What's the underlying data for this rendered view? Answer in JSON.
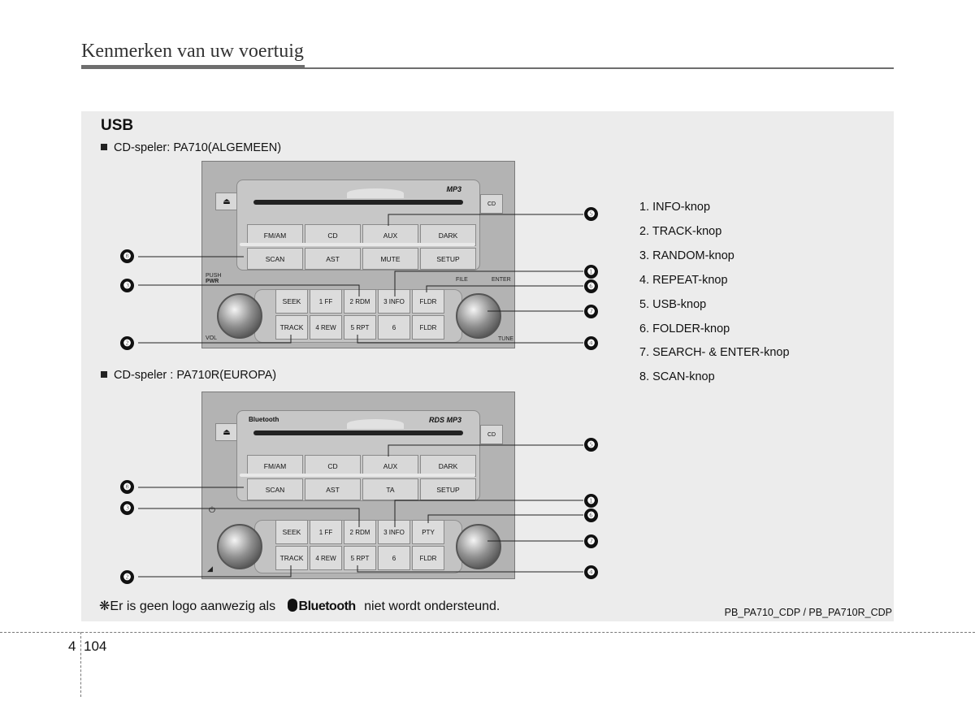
{
  "header": {
    "title": "Kenmerken van uw voertuig"
  },
  "section": {
    "title": "USB"
  },
  "player1": {
    "caption": "CD-speler: PA710(ALGEMEEN)",
    "top_buttons": [
      "FM/AM",
      "CD",
      "AUX",
      "DARK",
      "SCAN",
      "AST",
      "MUTE",
      "SETUP"
    ],
    "ctrl_row1": [
      "SEEK",
      "1 FF",
      "2 RDM",
      "3 INFO",
      "FLDR"
    ],
    "ctrl_row2": [
      "TRACK",
      "4 REW",
      "5 RPT",
      "6",
      "FLDR"
    ],
    "logo": "MP3",
    "cd_label": "CD",
    "labels": {
      "push": "PUSH",
      "pwr": "PWR",
      "vol": "VOL",
      "file": "FILE",
      "enter": "ENTER",
      "tune": "TUNE"
    }
  },
  "player2": {
    "caption": "CD-speler : PA710R(EUROPA)",
    "top_buttons": [
      "FM/AM",
      "CD",
      "AUX",
      "DARK",
      "SCAN",
      "AST",
      "TA",
      "SETUP"
    ],
    "ctrl_row1": [
      "SEEK",
      "1 FF",
      "2 RDM",
      "3 INFO",
      "PTY"
    ],
    "ctrl_row2": [
      "TRACK",
      "4 REW",
      "5 RPT",
      "6",
      "FLDR"
    ],
    "logo": "RDS MP3",
    "bt_logo": "Bluetooth",
    "cd_label": "CD"
  },
  "badges": [
    "❶",
    "❷",
    "❸",
    "❹",
    "❺",
    "❻",
    "❼",
    "❽"
  ],
  "legend": [
    "1. INFO-knop",
    "2. TRACK-knop",
    "3. RANDOM-knop",
    "4. REPEAT-knop",
    "5. USB-knop",
    "6. FOLDER-knop",
    "7. SEARCH- & ENTER-knop",
    "8. SCAN-knop"
  ],
  "note": {
    "prefix": "❋Er is geen logo aanwezig als",
    "brand": "Bluetooth",
    "suffix": "niet wordt ondersteund."
  },
  "figure_code": "PB_PA710_CDP / PB_PA710R_CDP",
  "page": {
    "chapter": "4",
    "number": "104"
  }
}
